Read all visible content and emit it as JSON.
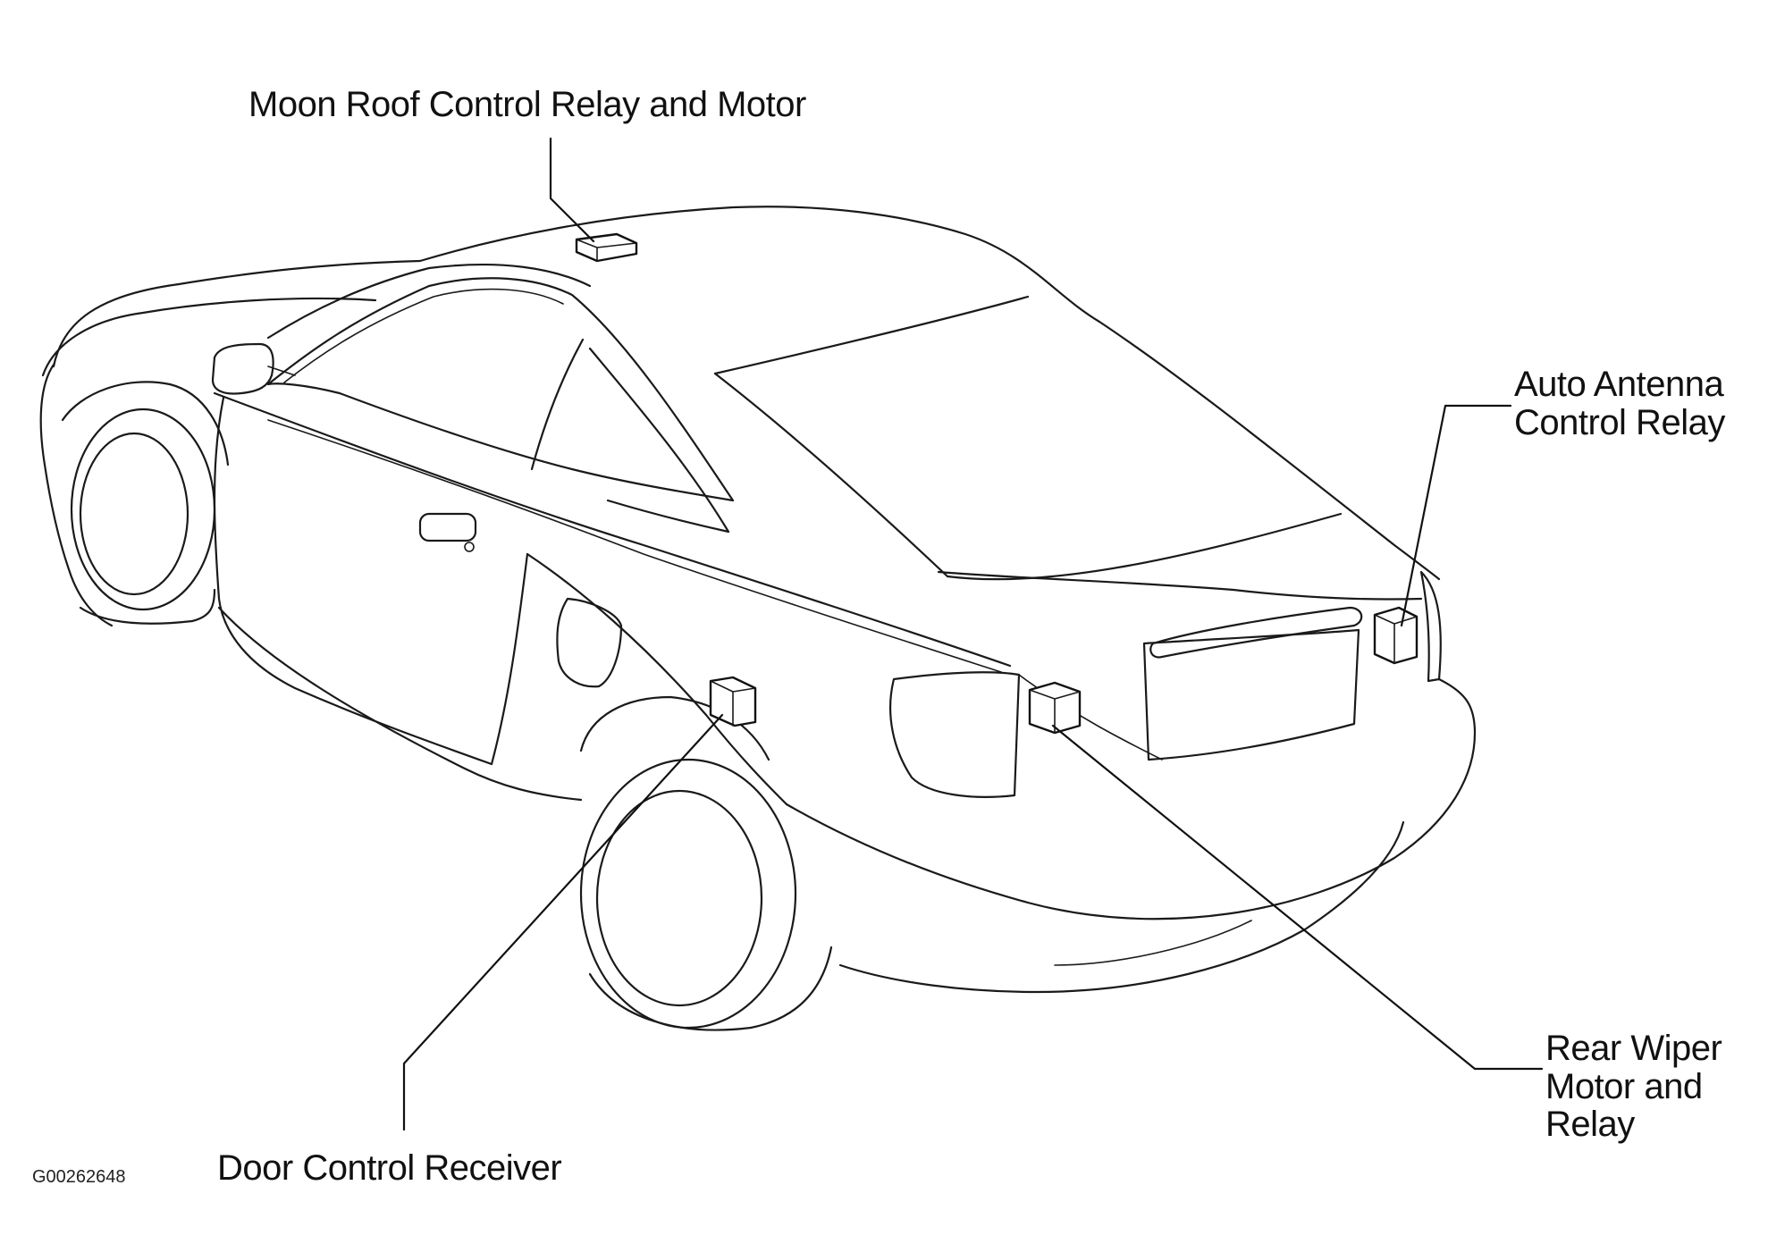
{
  "figure_id": "G00262648",
  "labels": {
    "moon_roof": "Moon Roof Control Relay and Motor",
    "auto_antenna": [
      "Auto Antenna",
      "Control Relay"
    ],
    "rear_wiper": [
      "Rear Wiper",
      "Motor and",
      "Relay"
    ],
    "door_control": "Door Control Receiver"
  },
  "colors": {
    "line": "#1a1a1a",
    "background": "#ffffff"
  }
}
